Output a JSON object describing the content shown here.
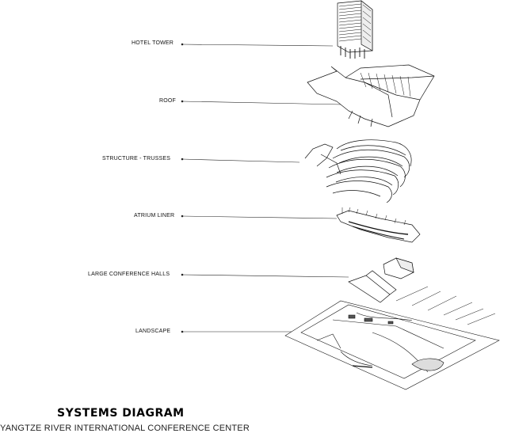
{
  "layers": [
    {
      "id": "hotel-tower",
      "label": "HOTEL TOWER"
    },
    {
      "id": "roof",
      "label": "ROOF"
    },
    {
      "id": "structure-trusses",
      "label": "STRUCTURE - TRUSSES"
    },
    {
      "id": "atrium-liner",
      "label": "ATRIUM LINER"
    },
    {
      "id": "large-conference-halls",
      "label": "LARGE CONFERENCE HALLS"
    },
    {
      "id": "landscape",
      "label": "LANDSCAPE"
    }
  ],
  "title": "SYSTEMS DIAGRAM",
  "subtitle": "YANGTZE RIVER INTERNATIONAL CONFERENCE CENTER"
}
